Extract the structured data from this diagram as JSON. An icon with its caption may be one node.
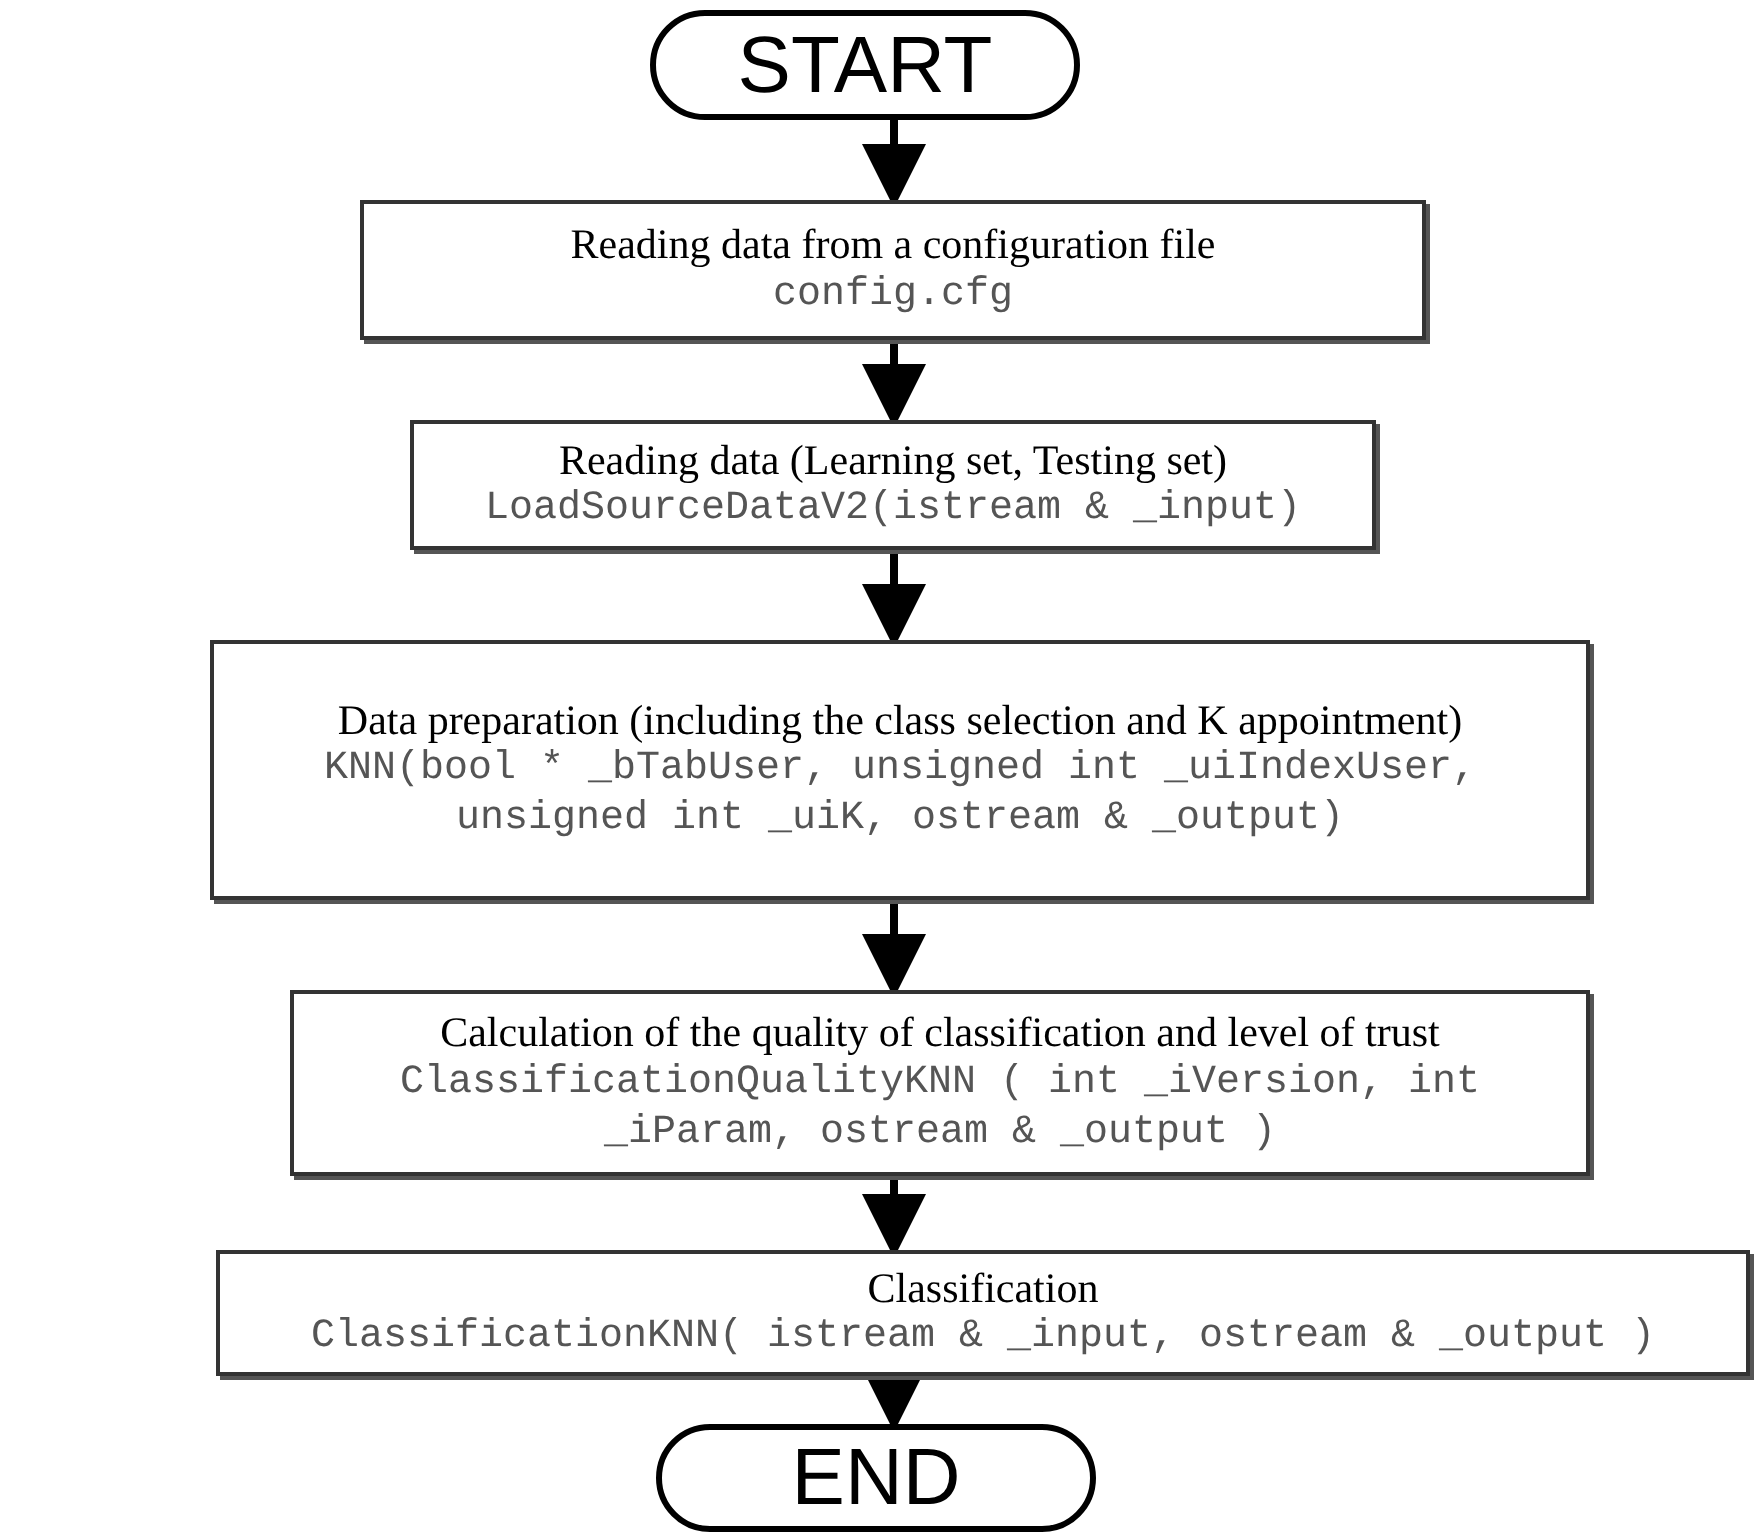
{
  "diagram": {
    "nodes": [
      {
        "text": [
          "START"
        ]
      },
      {
        "text": [
          "Reading data from a configuration file",
          "config.cfg"
        ]
      },
      {
        "text": [
          "Reading data (Learning set, Testing set)",
          "LoadSourceDataV2(istream & _input)"
        ]
      },
      {
        "text": [
          "Data preparation (including the class selection and K appointment)",
          "KNN(bool * _bTabUser, unsigned int _uiIndexUser, unsigned int _uiK, ostream & _output)"
        ]
      },
      {
        "text": [
          "Calculation of the quality of classification and level of trust",
          "ClassificationQualityKNN ( int _iVersion, int _iParam, ostream & _output )"
        ]
      },
      {
        "text": [
          "Classification",
          "ClassificationKNN( istream & _input, ostream & _output )"
        ]
      },
      {
        "text": [
          "END"
        ]
      }
    ],
    "edges": [
      {
        "from": 0,
        "to": 1,
        "arrow": "to"
      },
      {
        "from": 1,
        "to": 2,
        "arrow": "to"
      },
      {
        "from": 2,
        "to": 3,
        "arrow": "to"
      },
      {
        "from": 3,
        "to": 4,
        "arrow": "to"
      },
      {
        "from": 4,
        "to": 5,
        "arrow": "to"
      },
      {
        "from": 5,
        "to": 6,
        "arrow": "to"
      }
    ]
  }
}
